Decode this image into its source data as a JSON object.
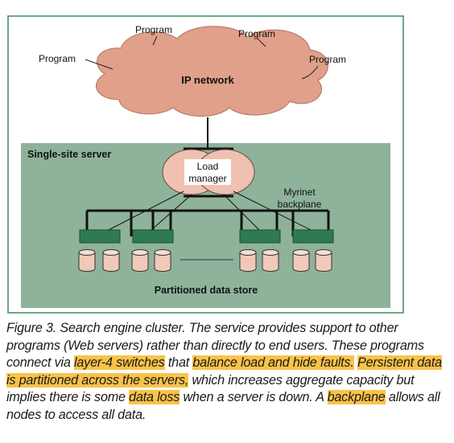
{
  "diagram": {
    "programs": [
      "Program",
      "Program",
      "Program",
      "Program"
    ],
    "ip_network_label": "IP network",
    "server_region_label": "Single-site server",
    "load_manager_label_line1": "Load",
    "load_manager_label_line2": "manager",
    "backplane_label_line1": "Myrinet",
    "backplane_label_line2": "backplane",
    "data_store_label": "Partitioned data store",
    "colors": {
      "cloud": "#e0a08a",
      "server_region": "#8fb29b",
      "switch": "#2f7a52",
      "frame": "#3b8a5a",
      "disk": "#f0c9b8"
    }
  },
  "caption": {
    "segments": [
      {
        "text": "Figure 3. Search engine cluster. The service provides support to other programs (Web servers) rather than directly to end users. These programs connect via ",
        "highlight": false
      },
      {
        "text": "layer-4 switches",
        "highlight": true
      },
      {
        "text": " that ",
        "highlight": false
      },
      {
        "text": "balance load and hide faults.",
        "highlight": true
      },
      {
        "text": " ",
        "highlight": false
      },
      {
        "text": "Persistent data is partitioned across the servers,",
        "highlight": true
      },
      {
        "text": " which increases aggregate capacity but implies there is some ",
        "highlight": false
      },
      {
        "text": "data loss",
        "highlight": true
      },
      {
        "text": " when a server is down. A ",
        "highlight": false
      },
      {
        "text": "backplane",
        "highlight": true
      },
      {
        "text": " allows all nodes to access all data.",
        "highlight": false
      }
    ]
  }
}
